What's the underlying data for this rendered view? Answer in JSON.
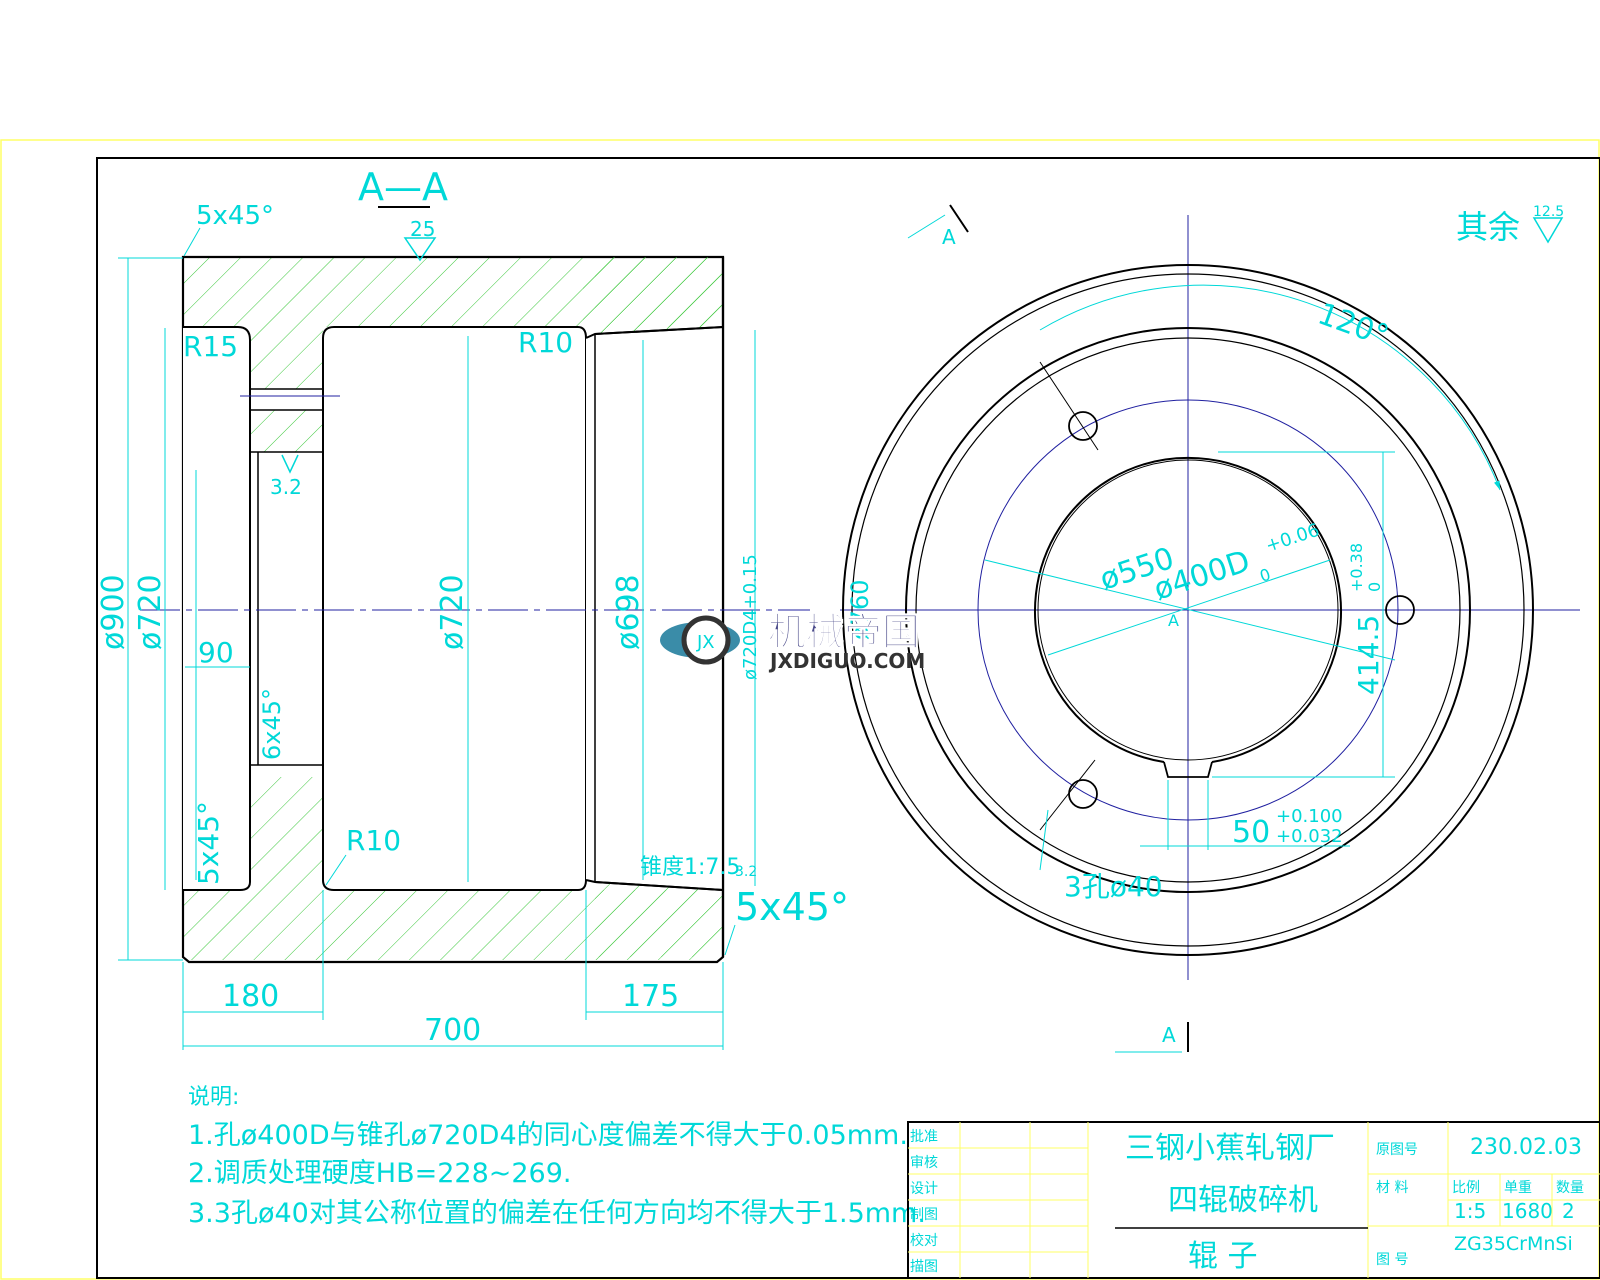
{
  "section_label": "A—A",
  "section_marker": "A",
  "surface_marks": {
    "top": "25",
    "bore": "3.2",
    "taper_bore": "3.2",
    "rest_value": "12.5",
    "rest_label": "其余"
  },
  "left_view": {
    "chamfer_top": "5x45°",
    "dim_od": "ø900",
    "dim_bore_left": "ø720",
    "dim_center": "ø720",
    "dim_698": "ø698",
    "dim_taper": "ø720D4+0.15",
    "r15": "R15",
    "r10_top": "R10",
    "r10_bottom": "R10",
    "dim_90": "90",
    "chamfer_6": "6x45°",
    "chamfer_5_left": "5x45°",
    "chamfer_5_right": "5x45°",
    "taper_note": "锥度1:7.5",
    "dim_180": "180",
    "dim_175": "175",
    "dim_700": "700"
  },
  "right_view": {
    "angle": "120°",
    "bolt_circle": "ø550",
    "bore": "ø400D",
    "bore_tol": "+0.06",
    "bore_tol_low": "0",
    "key_depth": "414.5",
    "key_tol": "+0.38",
    "key_tol_low": "0",
    "key_width": "50",
    "key_width_tol_hi": "+0.100",
    "key_width_tol_lo": "+0.032",
    "holes": "3孔ø40",
    "pcd_label": "ø760",
    "center": "A"
  },
  "notes": {
    "heading": "说明:",
    "items": [
      "1.孔ø400D与锥孔ø720D4的同心度偏差不得大于0.05mm.",
      "2.调质处理硬度HB=228~269.",
      "3.3孔ø40对其公称位置的偏差在任何方向均不得大于1.5mm."
    ]
  },
  "title_block": {
    "roles": [
      "批准",
      "审核",
      "设计",
      "制图",
      "校对",
      "描图"
    ],
    "company": "三钢小蕉轧钢厂",
    "machine": "四辊破碎机",
    "part": "辊        子",
    "orig_drawing_label": "原图号",
    "orig_drawing_no": "230.02.03",
    "material_label": "材  料",
    "scale_label": "比例",
    "weight_label": "单重",
    "qty_label": "数量",
    "scale": "1:5",
    "weight": "1680",
    "qty": "2",
    "material": "ZG35CrMnSi",
    "drawing_no_label": "图  号"
  },
  "watermark": {
    "name": "机械帝国",
    "url": "JXDIGUO.COM"
  },
  "colors": {
    "outline": "#000000",
    "dimension": "#00d8d8",
    "hatch": "#3cc83c",
    "centerline": "#2020a0",
    "frame": "#000000",
    "border": "#ffff66"
  }
}
